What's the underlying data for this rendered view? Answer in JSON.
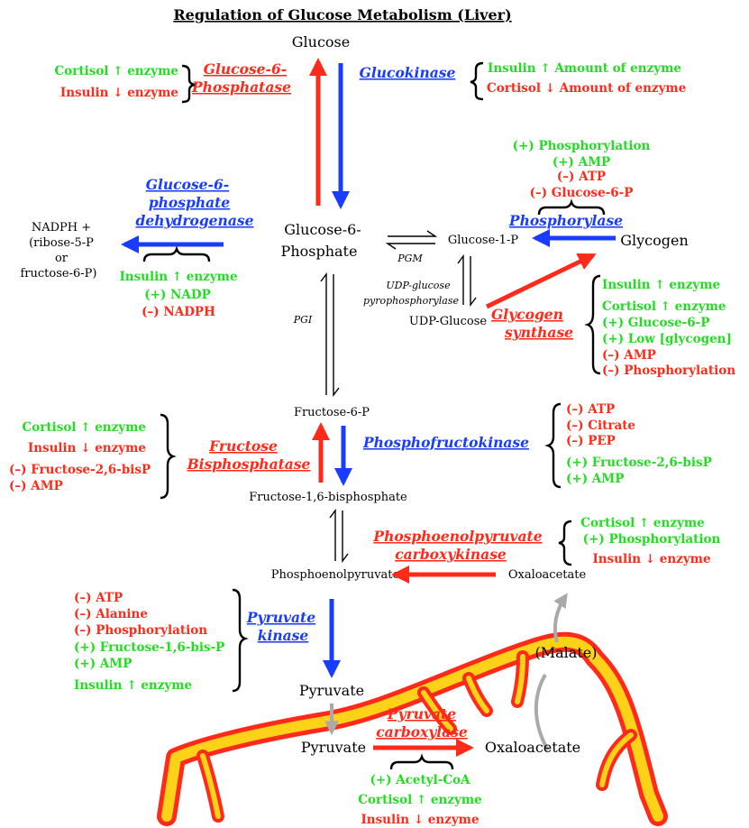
{
  "title": "Regulation of Glucose Metabolism (Liver)",
  "colors": {
    "stimulate": "#22dd22",
    "inhibit": "#ff2a1a",
    "forward_enzyme": "#1a3cff",
    "reverse_enzyme": "#ff2a1a",
    "mitochondria_fill": "#ffd21a",
    "mitochondria_edge": "#ff2a1a",
    "transport_arrow": "#aaaaaa"
  },
  "metabolites": {
    "glucose": "Glucose",
    "g6p_line1": "Glucose-6-",
    "g6p_line2": "Phosphate",
    "nadph_line1": "NADPH +",
    "nadph_line2": "(ribose-5-P",
    "nadph_line3": "or",
    "nadph_line4": "fructose-6-P)",
    "g1p": "Glucose-1-P",
    "glycogen": "Glycogen",
    "udp_glucose": "UDP-Glucose",
    "f6p": "Fructose-6-P",
    "f16bp": "Fructose-1,6-bisphosphate",
    "pep": "Phosphoenolpyruvate",
    "oxaloacetate_cyto": "Oxaloacetate",
    "malate": "(Malate)",
    "pyruvate_cyto": "Pyruvate",
    "pyruvate_mito": "Pyruvate",
    "oxaloacetate_mito": "Oxaloacetate"
  },
  "small_labels": {
    "pgm": "PGM",
    "pgi": "PGI",
    "udp_ppase_line1": "UDP-glucose",
    "udp_ppase_line2": "pyrophosphorylase"
  },
  "enzymes": {
    "g6pase_line1": "Glucose-6-",
    "g6pase_line2": "Phosphatase",
    "glucokinase": "Glucokinase",
    "g6pdh_line1": "Glucose-6-",
    "g6pdh_line2": "phosphate",
    "g6pdh_line3": "dehydrogenase",
    "phosphorylase": "Phosphorylase",
    "glycogen_synthase_line1": "Glycogen",
    "glycogen_synthase_line2": "synthase",
    "fbpase_line1": "Fructose",
    "fbpase_line2": "Bisphosphatase",
    "pfk": "Phosphofructokinase",
    "pepck_line1": "Phosphoenolpyruvate",
    "pepck_line2": "carboxykinase",
    "pk_line1": "Pyruvate",
    "pk_line2": "kinase",
    "pc_line1": "Pyruvate",
    "pc_line2": "carboxylase"
  },
  "regulators": {
    "g6pase": [
      {
        "text": "Cortisol ↑ enzyme",
        "effect": "stimulate"
      },
      {
        "text": "Insulin ↓ enzyme",
        "effect": "inhibit"
      }
    ],
    "glucokinase": [
      {
        "text": "Insulin ↑ Amount of enzyme",
        "effect": "stimulate"
      },
      {
        "text": "Cortisol ↓ Amount of enzyme",
        "effect": "inhibit"
      }
    ],
    "phosphorylase": [
      {
        "text": "(+) Phosphorylation",
        "effect": "stimulate"
      },
      {
        "text": "(+) AMP",
        "effect": "stimulate"
      },
      {
        "text": "(–) ATP",
        "effect": "inhibit"
      },
      {
        "text": "(–) Glucose-6-P",
        "effect": "inhibit"
      }
    ],
    "g6pdh": [
      {
        "text": "Insulin ↑ enzyme",
        "effect": "stimulate"
      },
      {
        "text": "(+) NADP",
        "effect": "stimulate"
      },
      {
        "text": "(–) NADPH",
        "effect": "inhibit"
      }
    ],
    "glycogen_synthase": [
      {
        "text": "Insulin ↑ enzyme",
        "effect": "stimulate"
      },
      {
        "text": "Cortisol ↑ enzyme",
        "effect": "stimulate"
      },
      {
        "text": "(+) Glucose-6-P",
        "effect": "stimulate"
      },
      {
        "text": "(+) Low [glycogen]",
        "effect": "stimulate"
      },
      {
        "text": "(–) AMP",
        "effect": "inhibit"
      },
      {
        "text": "(–) Phosphorylation",
        "effect": "inhibit"
      }
    ],
    "fbpase": [
      {
        "text": "Cortisol ↑ enzyme",
        "effect": "stimulate"
      },
      {
        "text": "Insulin ↓ enzyme",
        "effect": "inhibit"
      },
      {
        "text": "(–) Fructose-2,6-bisP",
        "effect": "inhibit"
      },
      {
        "text": "(–) AMP",
        "effect": "inhibit"
      }
    ],
    "pfk": [
      {
        "text": "(–) ATP",
        "effect": "inhibit"
      },
      {
        "text": "(–) Citrate",
        "effect": "inhibit"
      },
      {
        "text": "(–) PEP",
        "effect": "inhibit"
      },
      {
        "text": "(+) Fructose-2,6-bisP",
        "effect": "stimulate"
      },
      {
        "text": "(+) AMP",
        "effect": "stimulate"
      }
    ],
    "pepck": [
      {
        "text": "Cortisol ↑ enzyme",
        "effect": "stimulate"
      },
      {
        "text": "(+) Phosphorylation",
        "effect": "stimulate"
      },
      {
        "text": "Insulin ↓ enzyme",
        "effect": "inhibit"
      }
    ],
    "pk": [
      {
        "text": "(–) ATP",
        "effect": "inhibit"
      },
      {
        "text": "(–) Alanine",
        "effect": "inhibit"
      },
      {
        "text": "(–) Phosphorylation",
        "effect": "inhibit"
      },
      {
        "text": "(+) Fructose-1,6-bis-P",
        "effect": "stimulate"
      },
      {
        "text": "(+) AMP",
        "effect": "stimulate"
      },
      {
        "text": "Insulin ↑ enzyme",
        "effect": "stimulate"
      }
    ],
    "pc": [
      {
        "text": "(+) Acetyl-CoA",
        "effect": "stimulate"
      },
      {
        "text": "Cortisol ↑ enzyme",
        "effect": "stimulate"
      },
      {
        "text": "Insulin ↓ enzyme",
        "effect": "inhibit"
      }
    ]
  }
}
